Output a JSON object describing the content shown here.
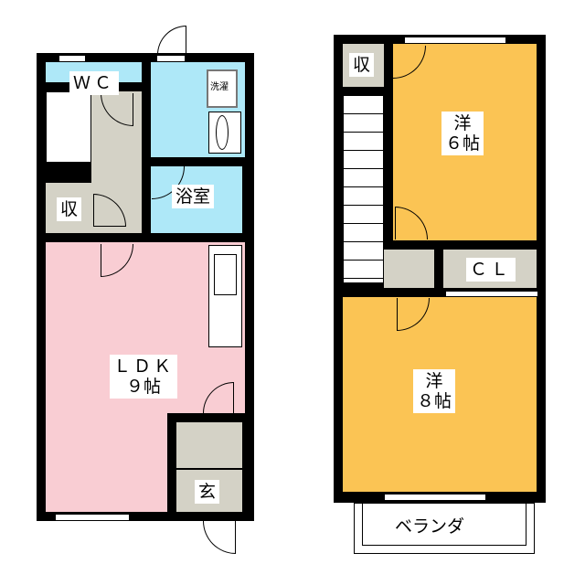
{
  "floor1": {
    "rooms": {
      "wc": "ＷＣ",
      "washer": "洗濯",
      "bath": "浴室",
      "storage": "収",
      "ldk": "ＬＤＫ",
      "ldk_size": "９帖",
      "entrance": "玄"
    }
  },
  "floor2": {
    "rooms": {
      "storage": "収",
      "western1": "洋",
      "western1_size": "６帖",
      "closet": "ＣＬ",
      "western2": "洋",
      "western2_size": "８帖",
      "balcony": "ベランダ"
    }
  },
  "colors": {
    "bath_area": "#aee8f8",
    "ldk": "#f9cdd3",
    "western": "#fbc454",
    "hall": "#d4d2c6"
  }
}
